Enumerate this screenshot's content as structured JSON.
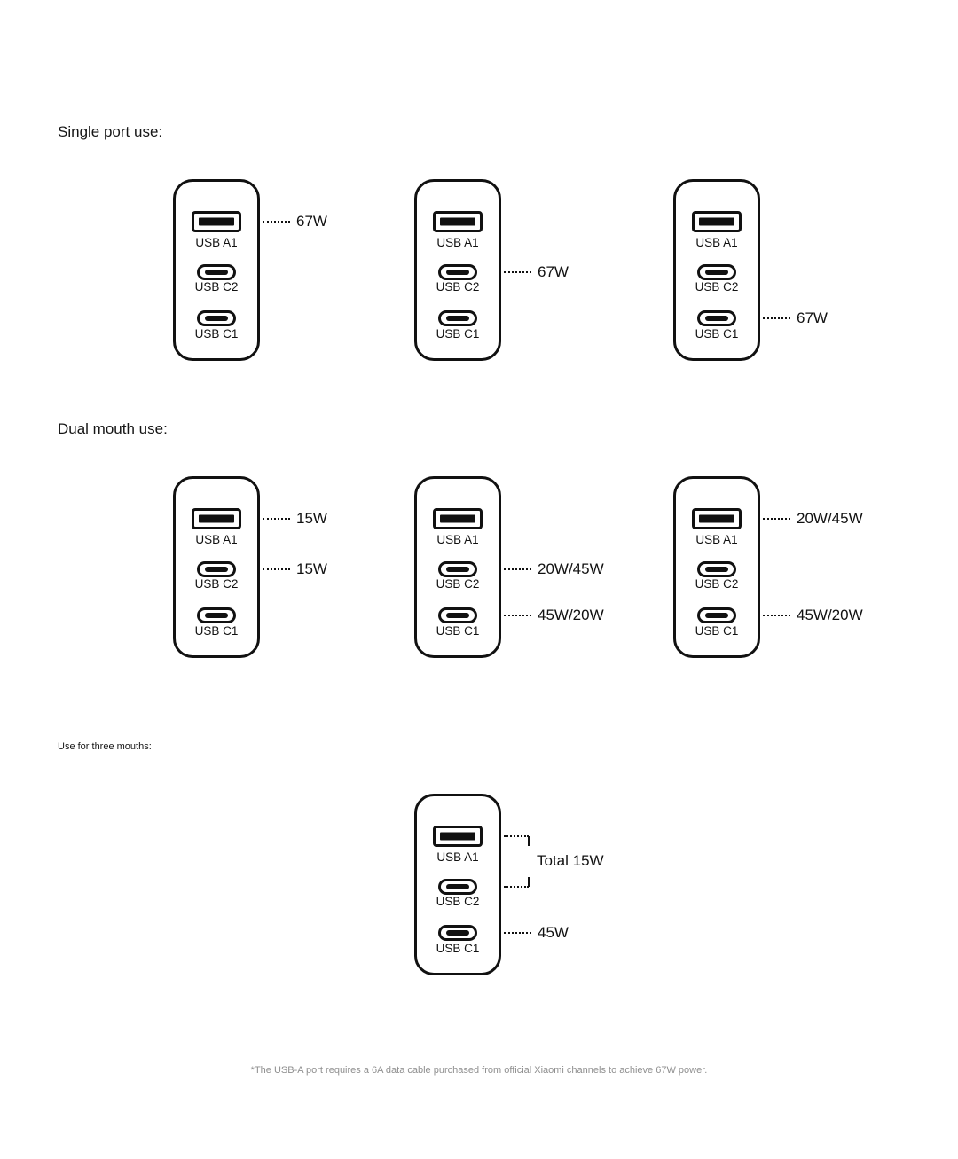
{
  "colors": {
    "ink": "#111111",
    "muted": "#8f8f8f",
    "background": "#ffffff"
  },
  "port_labels": {
    "a1": "USB A1",
    "c2": "USB C2",
    "c1": "USB C1"
  },
  "sections": [
    {
      "heading": "Single port use:",
      "chargers": [
        {
          "callouts": [
            {
              "port": "USB A1",
              "label": "67W"
            }
          ]
        },
        {
          "callouts": [
            {
              "port": "USB C2",
              "label": "67W"
            }
          ]
        },
        {
          "callouts": [
            {
              "port": "USB C1",
              "label": "67W"
            }
          ]
        }
      ]
    },
    {
      "heading": "Dual mouth use:",
      "chargers": [
        {
          "callouts": [
            {
              "port": "USB A1",
              "label": "15W"
            },
            {
              "port": "USB C2",
              "label": "15W"
            }
          ]
        },
        {
          "callouts": [
            {
              "port": "USB C2",
              "label": "20W/45W"
            },
            {
              "port": "USB C1",
              "label": "45W/20W"
            }
          ]
        },
        {
          "callouts": [
            {
              "port": "USB A1",
              "label": "20W/45W"
            },
            {
              "port": "USB C1",
              "label": "45W/20W"
            }
          ]
        }
      ]
    },
    {
      "heading": "Use for three mouths:",
      "chargers": [
        {
          "callouts": [
            {
              "port": "USB A1 + USB C2",
              "label": "Total 15W"
            },
            {
              "port": "USB C1",
              "label": "45W"
            }
          ]
        }
      ]
    }
  ],
  "footnote": "*The USB-A port requires a 6A data cable purchased from official Xiaomi channels to achieve 67W power."
}
